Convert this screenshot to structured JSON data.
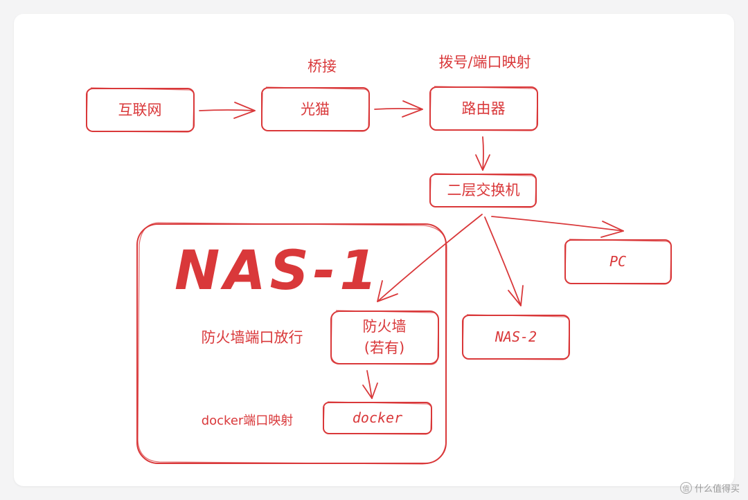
{
  "nodes": {
    "internet": "互联网",
    "modem": "光猫",
    "router": "路由器",
    "switch": "二层交换机",
    "pc": "PC",
    "nas2": "NAS-2",
    "firewall_line1": "防火墙",
    "firewall_line2": "(若有)",
    "docker": "docker"
  },
  "labels": {
    "bridge": "桥接",
    "dial_port_mapping": "拨号/端口映射",
    "firewall_port_allow": "防火墙端口放行",
    "docker_port_mapping": "docker端口映射"
  },
  "group": {
    "title": "NAS-1"
  },
  "watermark": {
    "text": "什么值得买",
    "icon": "smzdm-logo-icon"
  },
  "colors": {
    "stroke": "#d9383a",
    "card_bg": "#ffffff",
    "page_bg": "#f4f4f5"
  }
}
